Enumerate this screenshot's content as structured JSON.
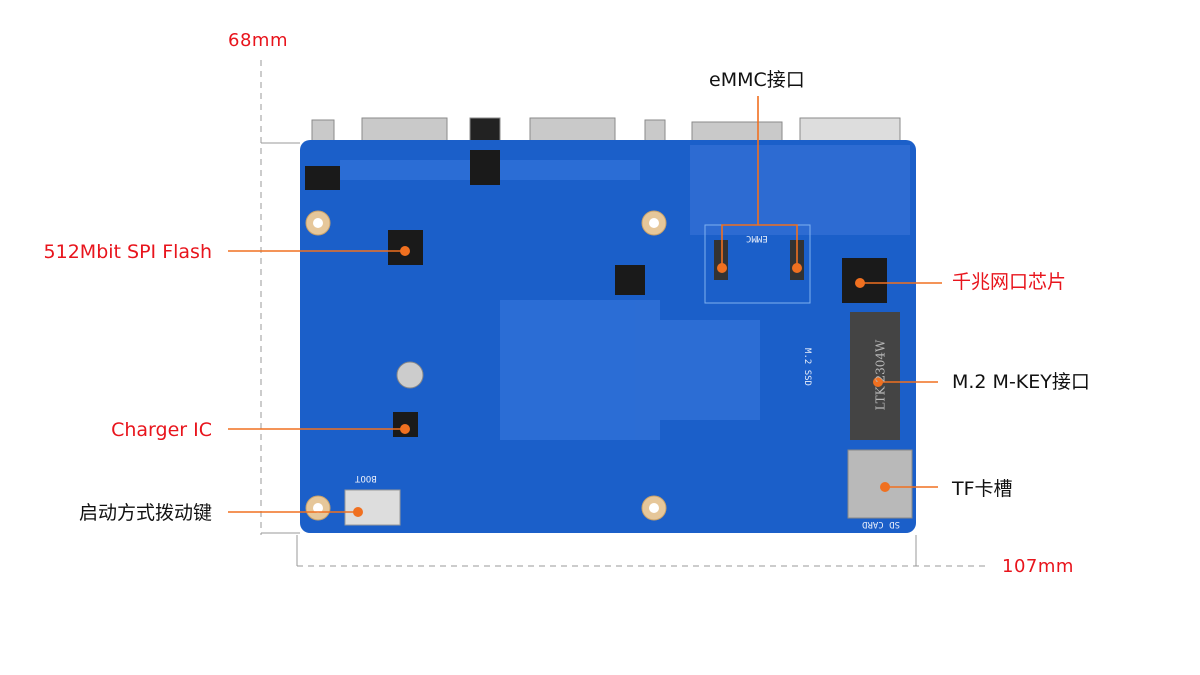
{
  "dimensions": {
    "height_label": "68mm",
    "width_label": "107mm"
  },
  "callouts": [
    {
      "id": "spi-flash",
      "text": "512Mbit SPI Flash",
      "color": "#e8141c"
    },
    {
      "id": "charger-ic",
      "text": "Charger IC",
      "color": "#e8141c"
    },
    {
      "id": "boot-switch",
      "text": "启动方式拨动键",
      "color": "#111111"
    },
    {
      "id": "emmc",
      "text": "eMMC接口",
      "color": "#111111"
    },
    {
      "id": "gigabit-eth",
      "text": "千兆网口芯片",
      "color": "#e8141c"
    },
    {
      "id": "m2",
      "text": "M.2 M-KEY接口",
      "color": "#111111"
    },
    {
      "id": "tf-slot",
      "text": "TF卡槽",
      "color": "#111111"
    }
  ],
  "board": {
    "color": "#1b5fc9",
    "silkscreen": {
      "emmc": "EMMC",
      "m2": "M.2 SSD",
      "sd": "SD CARD",
      "boot": "BOOT",
      "m2_connector": "LTK 2304W"
    }
  },
  "accent_color": "#f07020"
}
